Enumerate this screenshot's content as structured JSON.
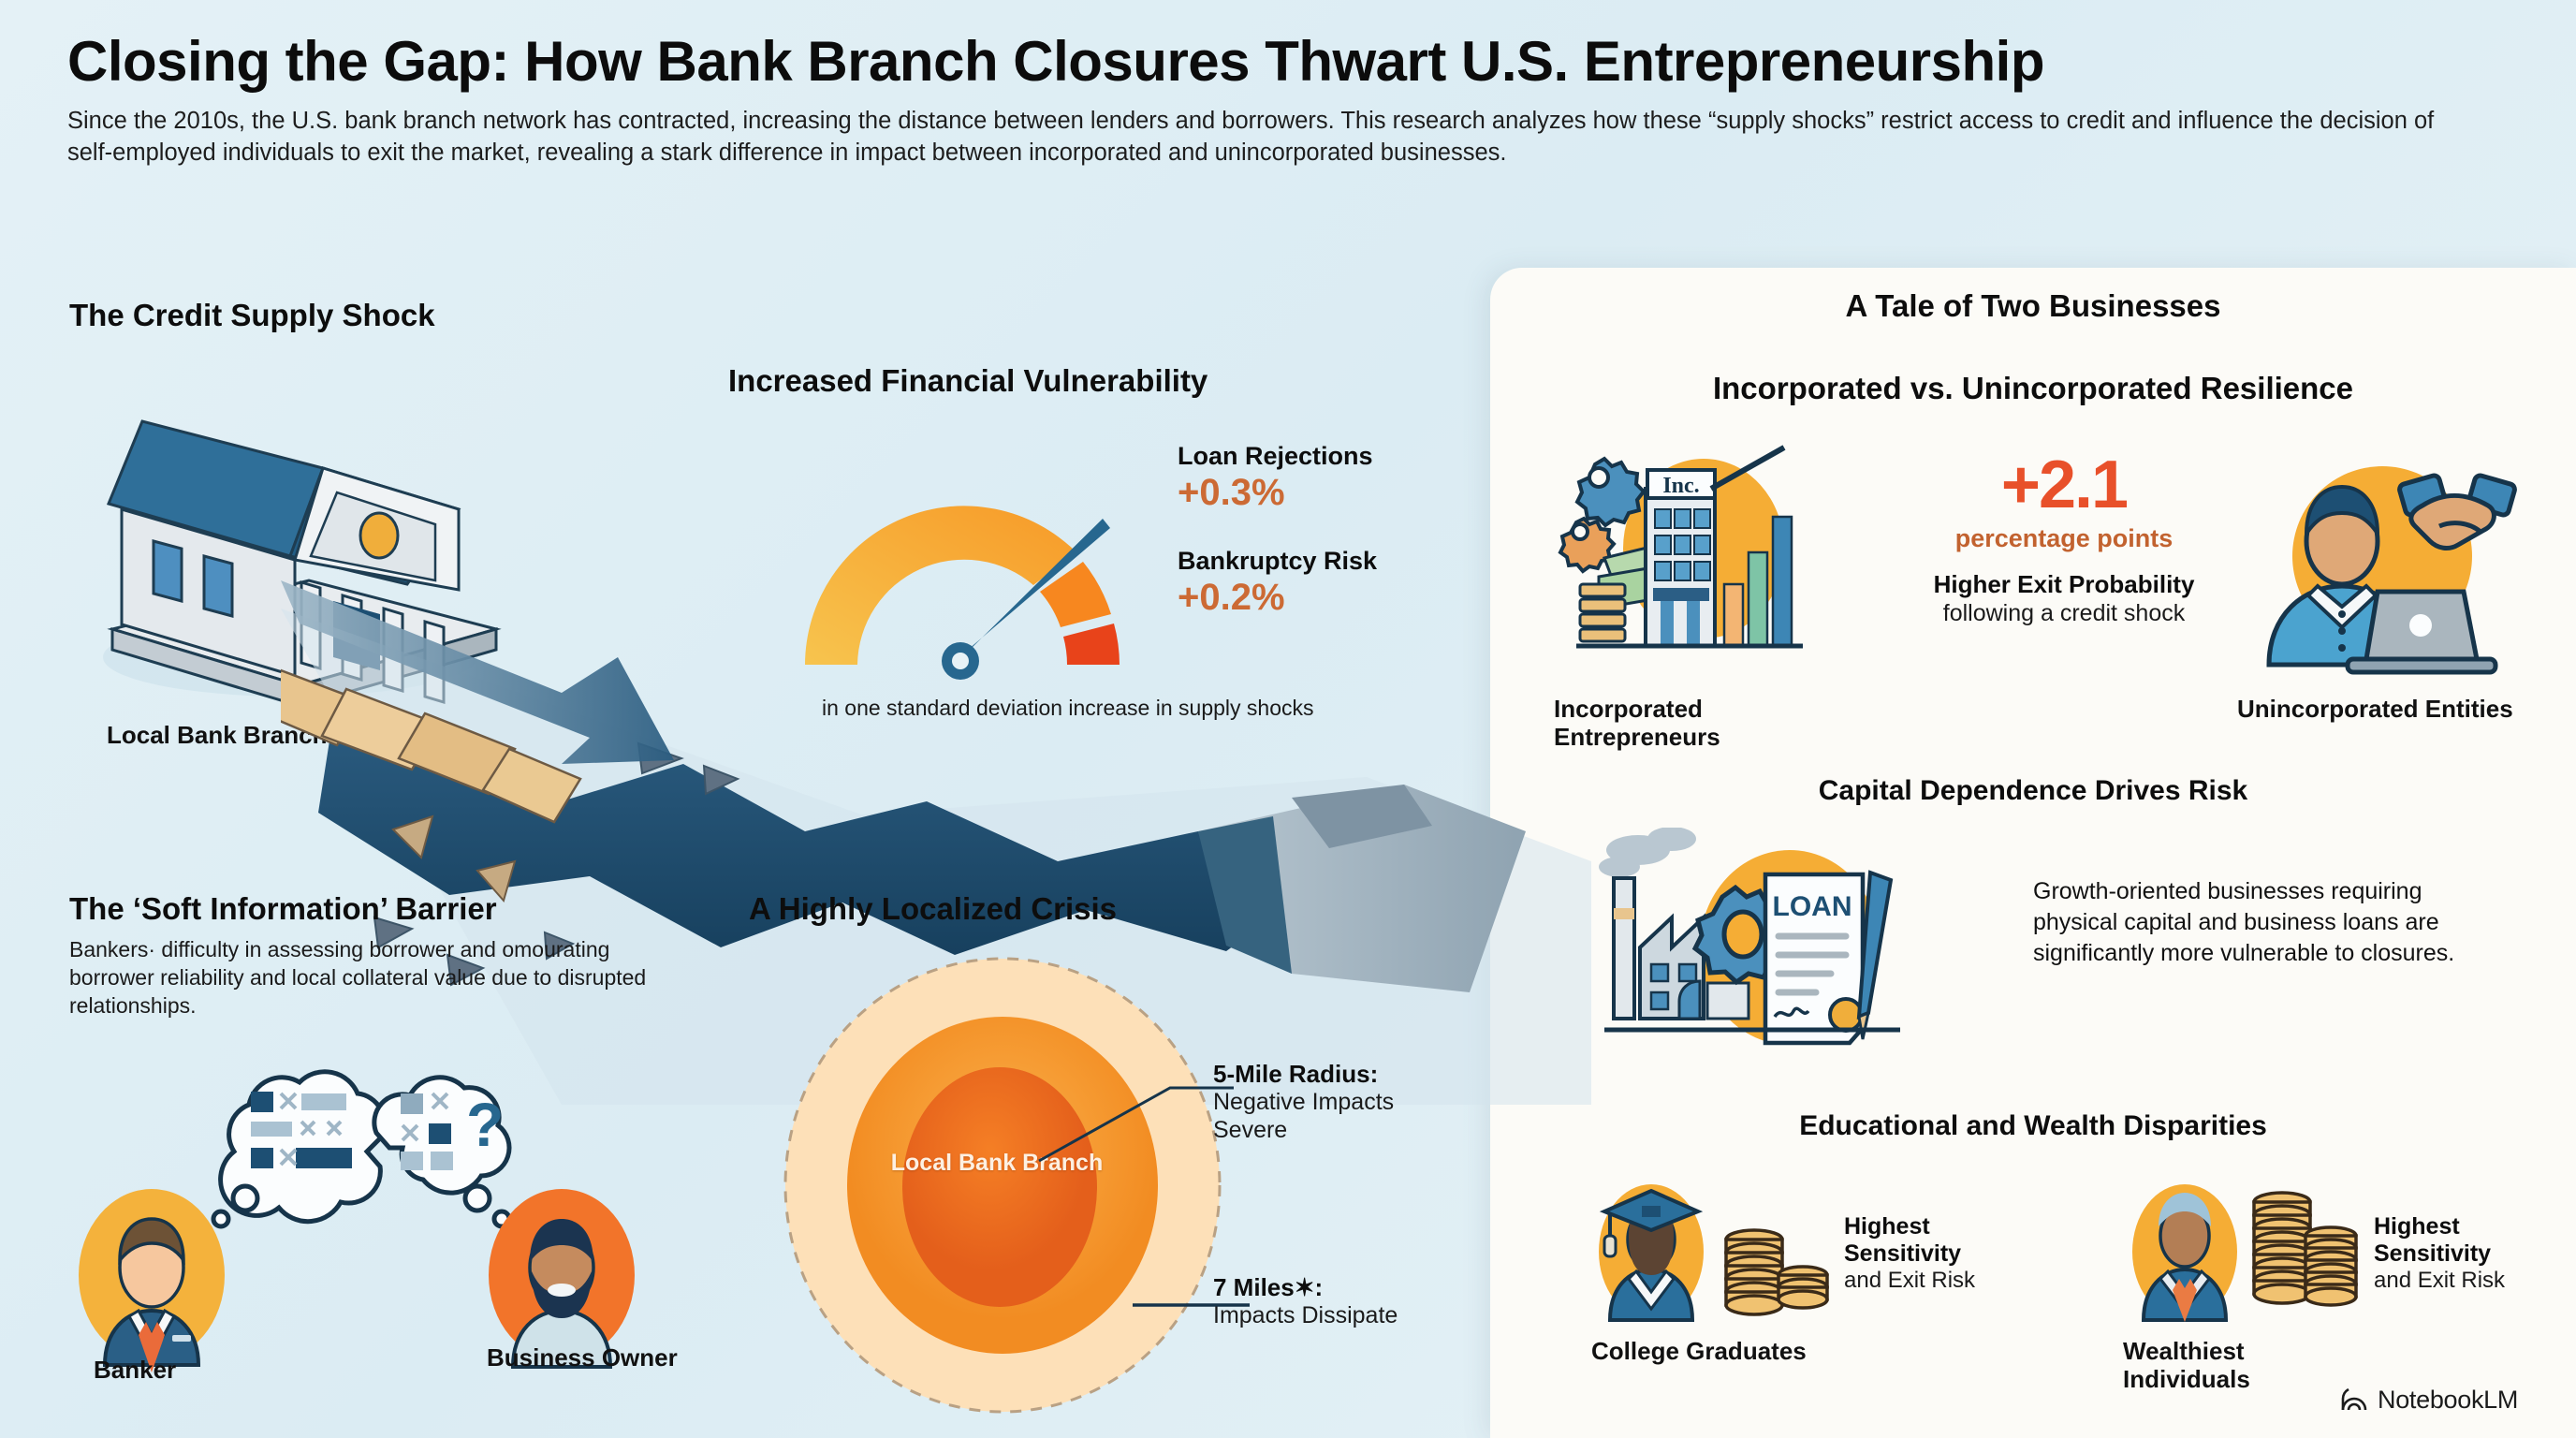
{
  "header": {
    "title": "Closing the Gap: How Bank Branch Closures Thwart U.S. Entrepreneurship",
    "subtitle": "Since the 2010s, the U.S. bank branch network has contracted, increasing the distance between lenders and borrowers. This research analyzes how these “supply shocks” restrict access to credit and influence the decision of self-employed individuals to exit the market, revealing a stark difference in impact between incorporated and unincorporated businesses."
  },
  "left": {
    "credit_shock": {
      "heading": "The Credit Supply Shock",
      "bank_label": "Local Bank Branch"
    },
    "vulnerability": {
      "heading": "Increased Financial Vulnerability",
      "note": "in one standard deviation increase in supply shocks",
      "stats": [
        {
          "label": "Loan Rejections",
          "value": "+0.3%"
        },
        {
          "label": "Bankruptcy Risk",
          "value": "+0.2%"
        }
      ]
    },
    "soft_information": {
      "heading": "The ‘Soft Information’ Barrier",
      "body": "Bankers· difficulty in assessing borrower and omourating borrower reliability and local collateral value due to disrupted relationships.",
      "banker_label": "Banker",
      "owner_label": "Business Owner"
    },
    "localized_crisis": {
      "heading": "A Highly Localized Crisis",
      "center_label": "Local Bank Branch",
      "callouts": [
        {
          "title": "5-Mile Radius:",
          "body": "Negative Impacts Severe"
        },
        {
          "title": "7 Miles✶:",
          "body": "Impacts Dissipate"
        }
      ]
    }
  },
  "right": {
    "tale_heading": "A Tale of Two Businesses",
    "resilience_heading": "Incorporated vs. Unincorporated Resilience",
    "incorporated_label": "Incorporated Entrepreneurs",
    "unincorporated_label": "Unincorporated Entities",
    "big_number": "+2.1",
    "big_number_unit": "percentage points",
    "exit_headline": "Higher Exit Probability",
    "exit_sub": "following a credit shock",
    "capital": {
      "heading": "Capital Dependence Drives Risk",
      "body": "Growth-oriented businesses requiring physical capital and business loans are significantly more vulnerable to closures.",
      "doc_label": "LOAN"
    },
    "education": {
      "heading": "Educational and Wealth Disparities",
      "groups": [
        {
          "label": "College Graduates",
          "risk_title": "Highest Sensitivity",
          "risk_sub": "and Exit Risk"
        },
        {
          "label": "Wealthiest Individuals",
          "risk_title": "Highest Sensitivity",
          "risk_sub": "and Exit Risk"
        }
      ]
    }
  },
  "watermark": {
    "text": "NotebookLM"
  },
  "colors": {
    "background": "#dfeef4",
    "panel": "#fcfbf7",
    "accent_orange": "#e8502a",
    "accent_amber": "#f5a623",
    "accent_blue": "#2c6a94",
    "deep_blue": "#1d4f73",
    "stat_text": "#cc6a34"
  },
  "inc_label_sign": "Inc."
}
